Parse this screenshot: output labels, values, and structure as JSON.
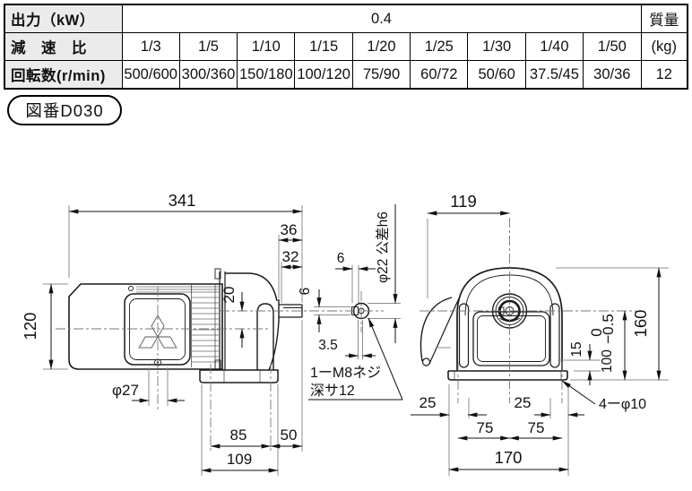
{
  "spec_table": {
    "row1": {
      "label": "出力（kW）",
      "value": "0.4",
      "mass_header": "質量"
    },
    "row2": {
      "label": "減　速　比",
      "ratios": [
        "1/3",
        "1/5",
        "1/10",
        "1/15",
        "1/20",
        "1/25",
        "1/30",
        "1/40",
        "1/50"
      ],
      "mass_unit": "(kg)"
    },
    "row3": {
      "label": "回転数(r/min)",
      "speeds": [
        "500/600",
        "300/360",
        "150/180",
        "100/120",
        "75/90",
        "60/72",
        "50/60",
        "37.5/45",
        "30/36"
      ],
      "mass_value": "12"
    }
  },
  "figure_badge": {
    "label": "図番D030"
  },
  "drawing": {
    "side_view": {
      "overall_length": "341",
      "face_to_shaft_end": "36",
      "shaft_length": "32",
      "axis_offset": "20",
      "motor_height": "120",
      "hole_dia": "φ27",
      "foot_hole_pitch": "85",
      "foot_to_shaft_end": "50",
      "foot_length": "109"
    },
    "shaft_detail": {
      "key_width": "6",
      "key_height": "6",
      "key_depth": "3.5",
      "shaft_dia": "φ22 公差h6",
      "tap_note_line1": "1ーM8ネジ",
      "tap_note_line2": "深サ12"
    },
    "front_view": {
      "back_to_center": "119",
      "overall_height": "160",
      "base_thickness": "15",
      "shaft_center_height": "100",
      "tol_upper": "0",
      "tol_lower": "−0.5",
      "edge_left": "25",
      "edge_right": "25",
      "hole_pitch_left": "75",
      "hole_pitch_right": "75",
      "base_width": "170",
      "mounting_holes": "4ーφ10"
    }
  },
  "colors": {
    "line": "#1a1a1a",
    "extension": "#8c8c8c",
    "table_header_bg": "#ebebeb"
  }
}
